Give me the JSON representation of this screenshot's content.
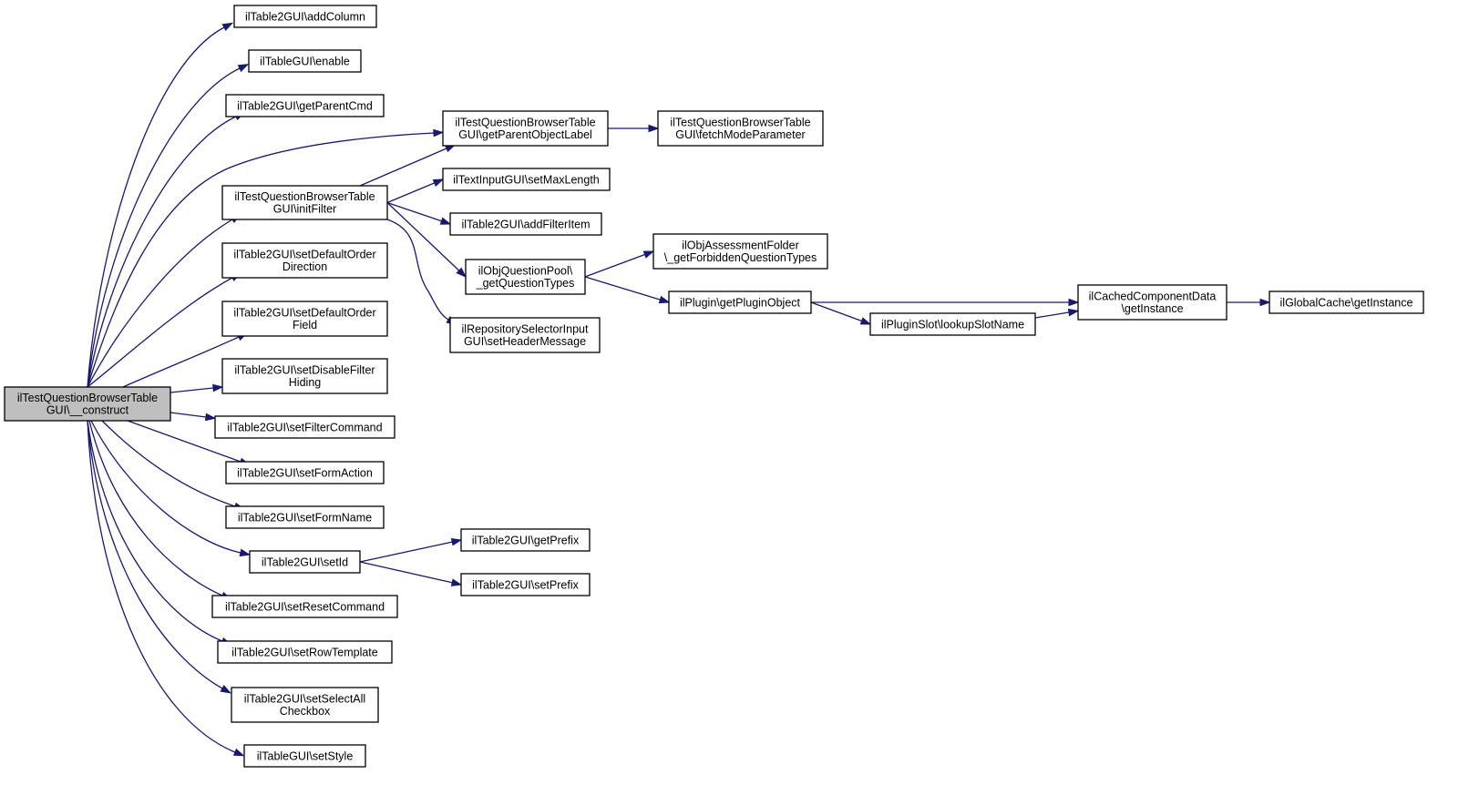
{
  "diagram": {
    "type": "call-graph",
    "colors": {
      "edge": "#191970",
      "root_fill": "#bfbfbf",
      "node_fill": "#ffffff",
      "border": "#000000"
    },
    "nodes": [
      {
        "id": "root",
        "lines": [
          "ilTestQuestionBrowserTable",
          "GUI\\__construct"
        ],
        "root": true
      },
      {
        "id": "addColumn",
        "lines": [
          "ilTable2GUI\\addColumn"
        ]
      },
      {
        "id": "enable",
        "lines": [
          "ilTableGUI\\enable"
        ]
      },
      {
        "id": "getParentCmd",
        "lines": [
          "ilTable2GUI\\getParentCmd"
        ]
      },
      {
        "id": "getParentObjectLabel",
        "lines": [
          "ilTestQuestionBrowserTable",
          "GUI\\getParentObjectLabel"
        ]
      },
      {
        "id": "fetchModeParameter",
        "lines": [
          "ilTestQuestionBrowserTable",
          "GUI\\fetchModeParameter"
        ]
      },
      {
        "id": "initFilter",
        "lines": [
          "ilTestQuestionBrowserTable",
          "GUI\\initFilter"
        ]
      },
      {
        "id": "setMaxLength",
        "lines": [
          "ilTextInputGUI\\setMaxLength"
        ]
      },
      {
        "id": "addFilterItem",
        "lines": [
          "ilTable2GUI\\addFilterItem"
        ]
      },
      {
        "id": "getQuestionTypes",
        "lines": [
          "ilObjQuestionPool\\",
          "_getQuestionTypes"
        ]
      },
      {
        "id": "getForbiddenQuestionTypes",
        "lines": [
          "ilObjAssessmentFolder",
          "\\_getForbiddenQuestionTypes"
        ]
      },
      {
        "id": "getPluginObject",
        "lines": [
          "ilPlugin\\getPluginObject"
        ]
      },
      {
        "id": "cachedGetInstance",
        "lines": [
          "ilCachedComponentData",
          "\\getInstance"
        ]
      },
      {
        "id": "globalCacheGetInstance",
        "lines": [
          "ilGlobalCache\\getInstance"
        ]
      },
      {
        "id": "lookupSlotName",
        "lines": [
          "ilPluginSlot\\lookupSlotName"
        ]
      },
      {
        "id": "setHeaderMessage",
        "lines": [
          "ilRepositorySelectorInput",
          "GUI\\setHeaderMessage"
        ]
      },
      {
        "id": "setDefaultOrderDirection",
        "lines": [
          "ilTable2GUI\\setDefaultOrder",
          "Direction"
        ]
      },
      {
        "id": "setDefaultOrderField",
        "lines": [
          "ilTable2GUI\\setDefaultOrder",
          "Field"
        ]
      },
      {
        "id": "setDisableFilterHiding",
        "lines": [
          "ilTable2GUI\\setDisableFilter",
          "Hiding"
        ]
      },
      {
        "id": "setFilterCommand",
        "lines": [
          "ilTable2GUI\\setFilterCommand"
        ]
      },
      {
        "id": "setFormAction",
        "lines": [
          "ilTable2GUI\\setFormAction"
        ]
      },
      {
        "id": "setFormName",
        "lines": [
          "ilTable2GUI\\setFormName"
        ]
      },
      {
        "id": "setId",
        "lines": [
          "ilTable2GUI\\setId"
        ]
      },
      {
        "id": "getPrefix",
        "lines": [
          "ilTable2GUI\\getPrefix"
        ]
      },
      {
        "id": "setPrefix",
        "lines": [
          "ilTable2GUI\\setPrefix"
        ]
      },
      {
        "id": "setResetCommand",
        "lines": [
          "ilTable2GUI\\setResetCommand"
        ]
      },
      {
        "id": "setRowTemplate",
        "lines": [
          "ilTable2GUI\\setRowTemplate"
        ]
      },
      {
        "id": "setSelectAllCheckbox",
        "lines": [
          "ilTable2GUI\\setSelectAll",
          "Checkbox"
        ]
      },
      {
        "id": "setStyle",
        "lines": [
          "ilTableGUI\\setStyle"
        ]
      }
    ],
    "edges": [
      [
        "root",
        "addColumn"
      ],
      [
        "root",
        "enable"
      ],
      [
        "root",
        "getParentCmd"
      ],
      [
        "root",
        "getParentObjectLabel"
      ],
      [
        "root",
        "initFilter"
      ],
      [
        "root",
        "setDefaultOrderDirection"
      ],
      [
        "root",
        "setDefaultOrderField"
      ],
      [
        "root",
        "setDisableFilterHiding"
      ],
      [
        "root",
        "setFilterCommand"
      ],
      [
        "root",
        "setFormAction"
      ],
      [
        "root",
        "setFormName"
      ],
      [
        "root",
        "setId"
      ],
      [
        "root",
        "setResetCommand"
      ],
      [
        "root",
        "setRowTemplate"
      ],
      [
        "root",
        "setSelectAllCheckbox"
      ],
      [
        "root",
        "setStyle"
      ],
      [
        "getParentObjectLabel",
        "fetchModeParameter"
      ],
      [
        "initFilter",
        "getParentObjectLabel"
      ],
      [
        "initFilter",
        "setMaxLength"
      ],
      [
        "initFilter",
        "addFilterItem"
      ],
      [
        "initFilter",
        "getQuestionTypes"
      ],
      [
        "initFilter",
        "setHeaderMessage"
      ],
      [
        "getQuestionTypes",
        "getForbiddenQuestionTypes"
      ],
      [
        "getQuestionTypes",
        "getPluginObject"
      ],
      [
        "getPluginObject",
        "cachedGetInstance"
      ],
      [
        "getPluginObject",
        "lookupSlotName"
      ],
      [
        "lookupSlotName",
        "cachedGetInstance"
      ],
      [
        "cachedGetInstance",
        "globalCacheGetInstance"
      ],
      [
        "setId",
        "getPrefix"
      ],
      [
        "setId",
        "setPrefix"
      ]
    ]
  }
}
